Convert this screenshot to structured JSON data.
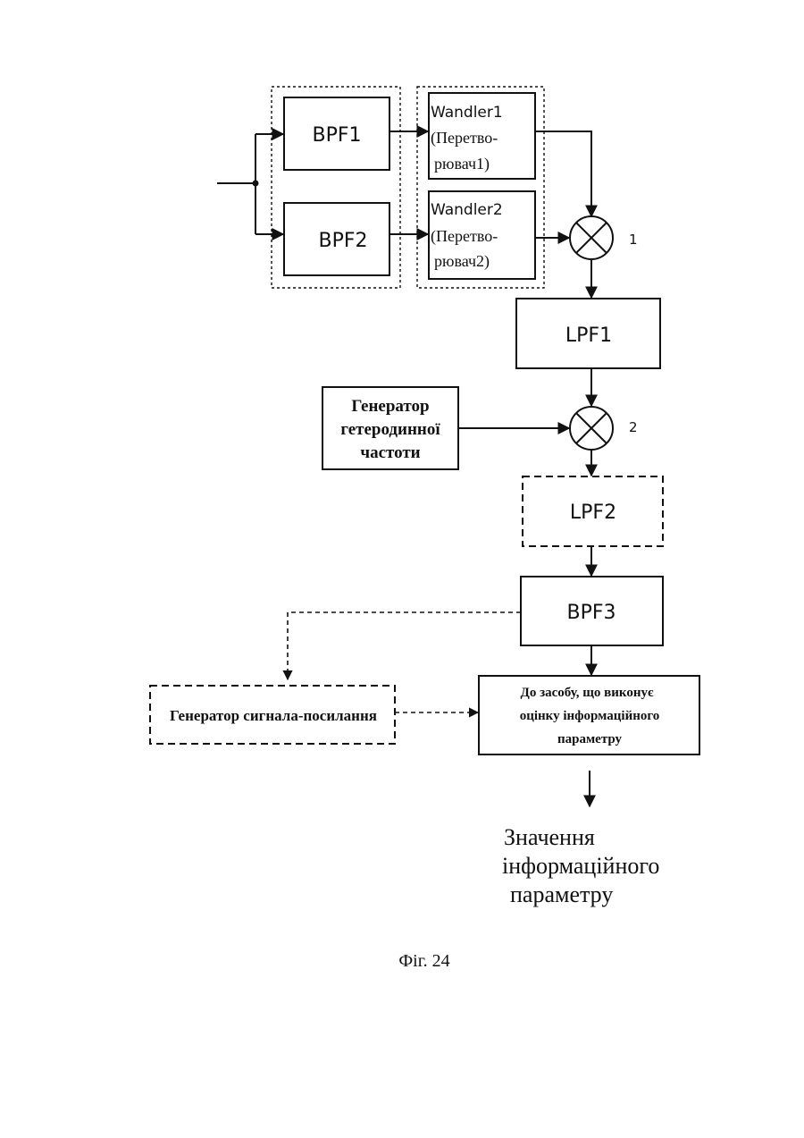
{
  "diagram": {
    "blocks": {
      "bpf1": "BPF1",
      "bpf2": "BPF2",
      "wandler1": [
        "Wandler1",
        "(Перетво-",
        "рювач1)"
      ],
      "wandler2": [
        "Wandler2",
        "(Перетво-",
        "рювач2)"
      ],
      "lpf1": "LPF1",
      "lpf2": "LPF2",
      "bpf3": "BPF3",
      "heterodyne": [
        "Генератор",
        "гетеродинної",
        "частоти"
      ],
      "reference": "Генератор сигнала-посилання",
      "estimator": [
        "До засобу, що виконує",
        "оцінку інформаційного",
        "параметру"
      ]
    },
    "mixers": {
      "mixer1": "1",
      "mixer2": "2"
    },
    "output": [
      "Значення",
      "інформаційного",
      "параметру"
    ],
    "caption": "Фіг. 24"
  }
}
